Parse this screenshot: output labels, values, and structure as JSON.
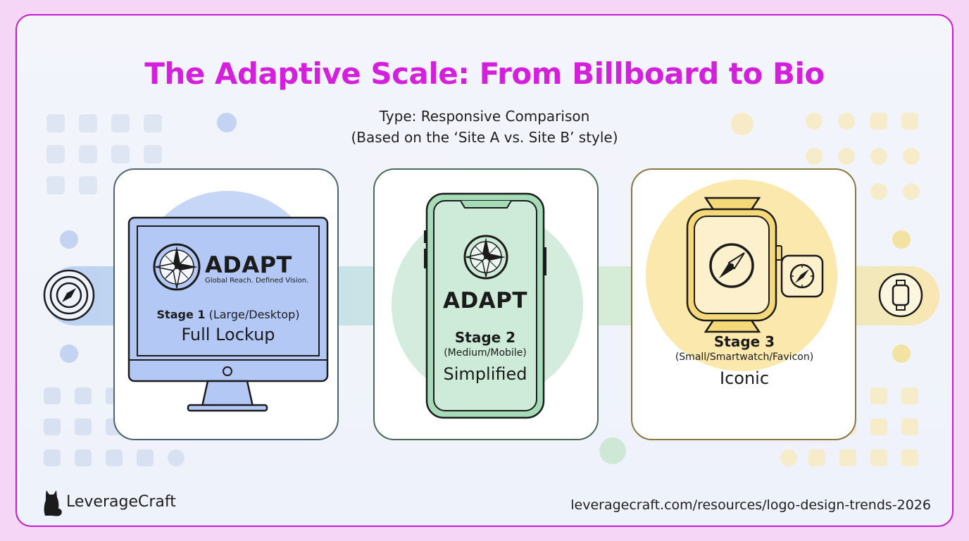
{
  "title": "The Adaptive Scale: From Billboard to Bio",
  "subtitle": {
    "line1": "Type: Responsive Comparison",
    "line2": "(Based on the ‘Site A vs. Site B’ style)"
  },
  "stages": [
    {
      "brand": "ADAPT",
      "tagline": "Global Reach. Defined Vision.",
      "stage_label": "Stage 1",
      "size_label": "(Large/Desktop)",
      "description": "Full Lockup",
      "accent": "#b3c8f4"
    },
    {
      "brand": "ADAPT",
      "stage_label": "Stage 2",
      "size_label": "(Medium/Mobile)",
      "description": "Simplified",
      "accent": "#cdebd8"
    },
    {
      "stage_label": "Stage 3",
      "size_label": "(Small/Smartwatch/Favicon)",
      "description": "Iconic",
      "accent": "#fbe7a8"
    }
  ],
  "footer": {
    "logo_text": "LeverageCraft",
    "url": "leveragecraft.com/resources/logo-design-trends-2026"
  },
  "colors": {
    "title": "#d41fdc",
    "frame_border": "#c81bd0",
    "background": "#f6d6f6"
  }
}
